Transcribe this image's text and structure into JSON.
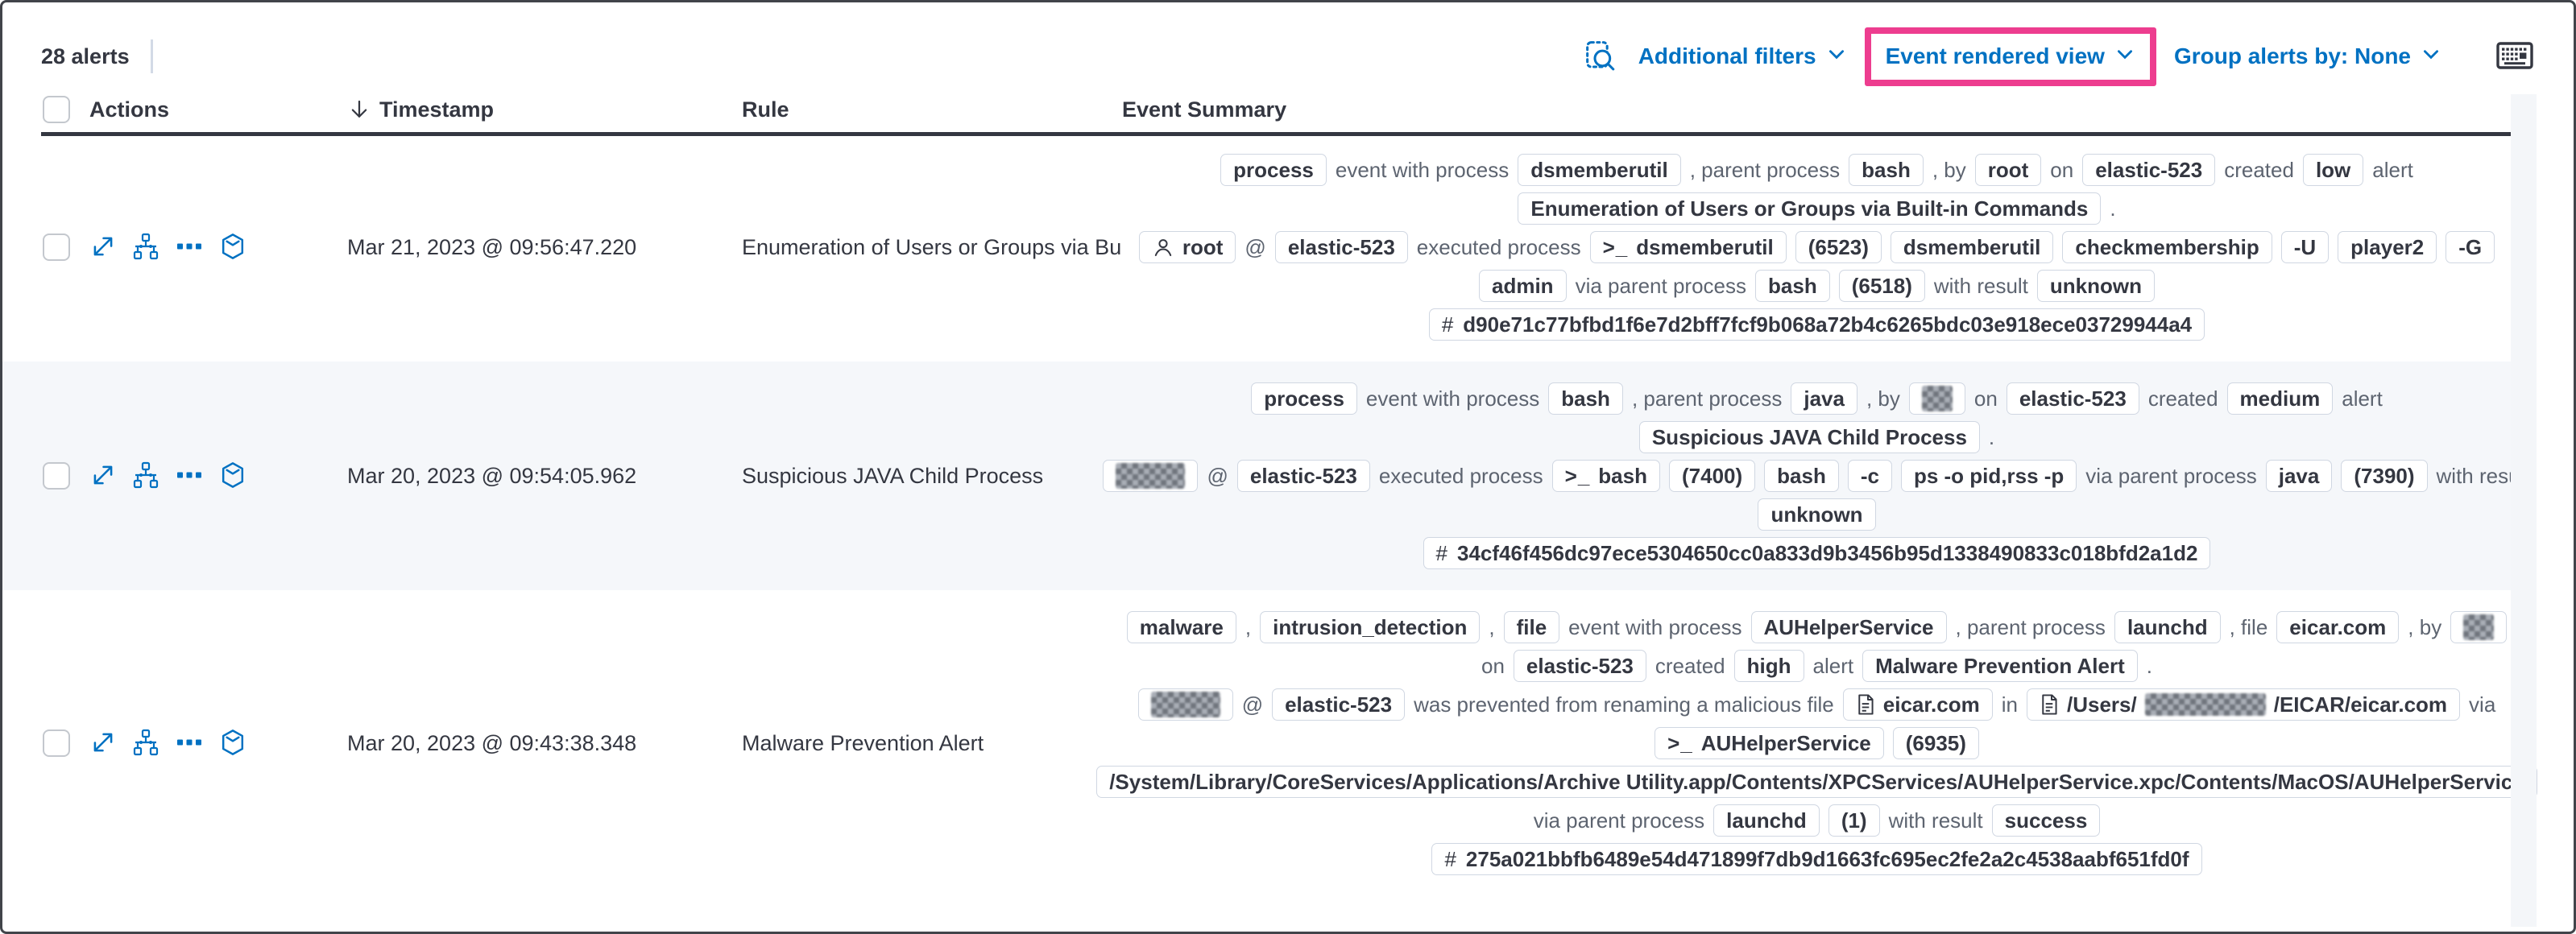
{
  "toolbar": {
    "alert_count": "28 alerts",
    "additional_filters_label": "Additional filters",
    "view_select_label": "Event rendered view",
    "group_by_label": "Group alerts by: None"
  },
  "colors": {
    "accent_blue": "#0071C2",
    "annotation_pink": "#ED3D8F",
    "row_stripe": "#F5F7FA",
    "text_dark": "#343741",
    "badge_border": "#D0D7E2"
  },
  "table": {
    "headers": {
      "actions": "Actions",
      "timestamp": "Timestamp",
      "rule": "Rule",
      "event_summary": "Event Summary"
    },
    "sort": {
      "column": "Timestamp",
      "direction": "descending",
      "icon": "arrow-down-icon"
    }
  },
  "row_actions": [
    {
      "button": "expand-alert-button",
      "icon": "expand-icon"
    },
    {
      "button": "analyze-event-button",
      "icon": "analyzer-icon"
    },
    {
      "button": "more-actions-button",
      "icon": "boxes-horizontal-icon"
    },
    {
      "button": "open-session-view-button",
      "icon": "session-view-icon"
    }
  ],
  "rows": [
    {
      "timestamp": "Mar 21, 2023 @ 09:56:47.220",
      "rule": "Enumeration of Users or Groups via Bui",
      "striped": false,
      "summary": [
        [
          {
            "type": "badge",
            "text": "process"
          },
          {
            "type": "text",
            "text": "event with process"
          },
          {
            "type": "badge",
            "text": "dsmemberutil"
          },
          {
            "type": "text",
            "text": ", parent process"
          },
          {
            "type": "badge",
            "text": "bash"
          },
          {
            "type": "text",
            "text": ", by"
          },
          {
            "type": "badge",
            "text": "root"
          },
          {
            "type": "text",
            "text": "on"
          },
          {
            "type": "badge",
            "text": "elastic-523"
          },
          {
            "type": "text",
            "text": "created"
          },
          {
            "type": "badge",
            "text": "low"
          },
          {
            "type": "text",
            "text": "alert"
          }
        ],
        [
          {
            "type": "badge",
            "text": "Enumeration of Users or Groups via Built-in Commands"
          },
          {
            "type": "text",
            "text": "."
          }
        ],
        [
          {
            "type": "badge",
            "text": "root",
            "icon": "user-icon"
          },
          {
            "type": "text",
            "text": "@"
          },
          {
            "type": "badge",
            "text": "elastic-523"
          },
          {
            "type": "text",
            "text": "executed process"
          },
          {
            "type": "badge",
            "text": "dsmemberutil",
            "icon": "terminal-icon"
          },
          {
            "type": "badge",
            "text": "(6523)"
          },
          {
            "type": "badge",
            "text": "dsmemberutil"
          },
          {
            "type": "badge",
            "text": "checkmembership"
          },
          {
            "type": "badge",
            "text": "-U"
          },
          {
            "type": "badge",
            "text": "player2"
          },
          {
            "type": "badge",
            "text": "-G"
          }
        ],
        [
          {
            "type": "badge",
            "text": "admin"
          },
          {
            "type": "text",
            "text": "via parent process"
          },
          {
            "type": "badge",
            "text": "bash"
          },
          {
            "type": "badge",
            "text": "(6518)"
          },
          {
            "type": "text",
            "text": "with result"
          },
          {
            "type": "badge",
            "text": "unknown"
          }
        ],
        [
          {
            "type": "badge",
            "text": "d90e71c77bfbd1f6e7d2bff7fcf9b068a72b4c6265bdc03e918ece03729944a4",
            "icon": "hash-icon"
          }
        ]
      ]
    },
    {
      "timestamp": "Mar 20, 2023 @ 09:54:05.962",
      "rule": "Suspicious JAVA Child Process",
      "striped": true,
      "summary": [
        [
          {
            "type": "badge",
            "text": "process"
          },
          {
            "type": "text",
            "text": "event with process"
          },
          {
            "type": "badge",
            "text": "bash"
          },
          {
            "type": "text",
            "text": ", parent process"
          },
          {
            "type": "badge",
            "text": "java"
          },
          {
            "type": "text",
            "text": ", by"
          },
          {
            "type": "badge",
            "redact": "small"
          },
          {
            "type": "text",
            "text": "on"
          },
          {
            "type": "badge",
            "text": "elastic-523"
          },
          {
            "type": "text",
            "text": "created"
          },
          {
            "type": "badge",
            "text": "medium"
          },
          {
            "type": "text",
            "text": "alert"
          }
        ],
        [
          {
            "type": "badge",
            "text": "Suspicious JAVA Child Process"
          },
          {
            "type": "text",
            "text": "."
          }
        ],
        [
          {
            "type": "badge",
            "redact": "user"
          },
          {
            "type": "text",
            "text": "@"
          },
          {
            "type": "badge",
            "text": "elastic-523"
          },
          {
            "type": "text",
            "text": "executed process"
          },
          {
            "type": "badge",
            "text": "bash",
            "icon": "terminal-icon"
          },
          {
            "type": "badge",
            "text": "(7400)"
          },
          {
            "type": "badge",
            "text": "bash"
          },
          {
            "type": "badge",
            "text": "-c"
          },
          {
            "type": "badge",
            "text": "ps -o pid,rss -p"
          },
          {
            "type": "text",
            "text": "via parent process"
          },
          {
            "type": "badge",
            "text": "java"
          },
          {
            "type": "badge",
            "text": "(7390)"
          },
          {
            "type": "text",
            "text": "with result"
          }
        ],
        [
          {
            "type": "badge",
            "text": "unknown"
          }
        ],
        [
          {
            "type": "badge",
            "text": "34cf46f456dc97ece5304650cc0a833d9b3456b95d1338490833c018bfd2a1d2",
            "icon": "hash-icon"
          }
        ]
      ]
    },
    {
      "timestamp": "Mar 20, 2023 @ 09:43:38.348",
      "rule": "Malware Prevention Alert",
      "striped": false,
      "summary": [
        [
          {
            "type": "badge",
            "text": "malware"
          },
          {
            "type": "text",
            "text": ","
          },
          {
            "type": "badge",
            "text": "intrusion_detection"
          },
          {
            "type": "text",
            "text": ","
          },
          {
            "type": "badge",
            "text": "file"
          },
          {
            "type": "text",
            "text": "event with process"
          },
          {
            "type": "badge",
            "text": "AUHelperService"
          },
          {
            "type": "text",
            "text": ", parent process"
          },
          {
            "type": "badge",
            "text": "launchd"
          },
          {
            "type": "text",
            "text": ", file"
          },
          {
            "type": "badge",
            "text": "eicar.com"
          },
          {
            "type": "text",
            "text": ", by"
          },
          {
            "type": "badge",
            "redact": "small"
          }
        ],
        [
          {
            "type": "text",
            "text": "on"
          },
          {
            "type": "badge",
            "text": "elastic-523"
          },
          {
            "type": "text",
            "text": "created"
          },
          {
            "type": "badge",
            "text": "high"
          },
          {
            "type": "text",
            "text": "alert"
          },
          {
            "type": "badge",
            "text": "Malware Prevention Alert"
          },
          {
            "type": "text",
            "text": "."
          }
        ],
        [
          {
            "type": "badge",
            "redact": "user"
          },
          {
            "type": "text",
            "text": "@"
          },
          {
            "type": "badge",
            "text": "elastic-523"
          },
          {
            "type": "text",
            "text": "was prevented from renaming a malicious file"
          },
          {
            "type": "badge",
            "text": "eicar.com",
            "icon": "document-icon"
          },
          {
            "type": "text",
            "text": "in"
          },
          {
            "type": "badge",
            "icon": "document-icon",
            "parts": [
              {
                "text": "/Users/"
              },
              {
                "redact": "path"
              },
              {
                "text": "/EICAR/eicar.com"
              }
            ]
          },
          {
            "type": "text",
            "text": "via"
          }
        ],
        [
          {
            "type": "badge",
            "text": "AUHelperService",
            "icon": "terminal-icon"
          },
          {
            "type": "badge",
            "text": "(6935)"
          }
        ],
        [
          {
            "type": "badge",
            "text": "/System/Library/CoreServices/Applications/Archive Utility.app/Contents/XPCServices/AUHelperService.xpc/Contents/MacOS/AUHelperService"
          }
        ],
        [
          {
            "type": "text",
            "text": "via parent process"
          },
          {
            "type": "badge",
            "text": "launchd"
          },
          {
            "type": "badge",
            "text": "(1)"
          },
          {
            "type": "text",
            "text": "with result"
          },
          {
            "type": "badge",
            "text": "success"
          }
        ],
        [
          {
            "type": "badge",
            "text": "275a021bbfb6489e54d471899f7db9d1663fc695ec2fe2a2c4538aabf651fd0f",
            "icon": "hash-icon"
          }
        ]
      ]
    }
  ]
}
